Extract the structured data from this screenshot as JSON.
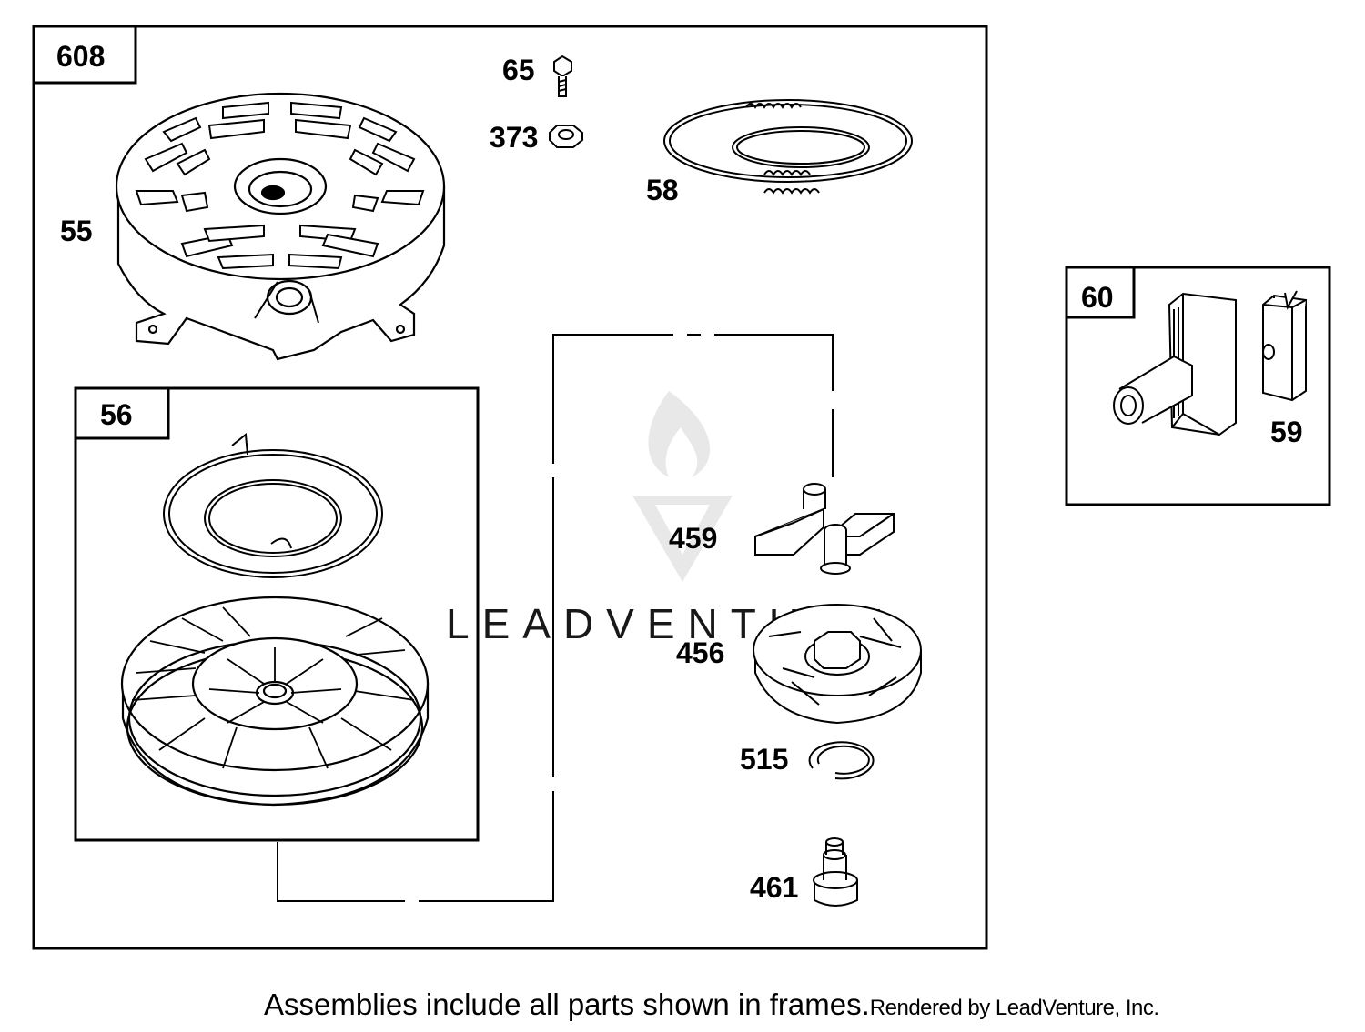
{
  "frames": [
    {
      "id": "frame-608",
      "label": "608"
    },
    {
      "id": "frame-56",
      "label": "56"
    },
    {
      "id": "frame-60",
      "label": "60"
    }
  ],
  "parts": [
    {
      "id": "part-65",
      "label": "65"
    },
    {
      "id": "part-373",
      "label": "373"
    },
    {
      "id": "part-58",
      "label": "58"
    },
    {
      "id": "part-55",
      "label": "55"
    },
    {
      "id": "part-459",
      "label": "459"
    },
    {
      "id": "part-456",
      "label": "456"
    },
    {
      "id": "part-515",
      "label": "515"
    },
    {
      "id": "part-461",
      "label": "461"
    },
    {
      "id": "part-59",
      "label": "59"
    }
  ],
  "watermark": {
    "text": "LEADVENTURE"
  },
  "caption": {
    "note": "Assemblies include all parts shown in frames.",
    "credit": "Rendered by LeadVenture, Inc."
  }
}
